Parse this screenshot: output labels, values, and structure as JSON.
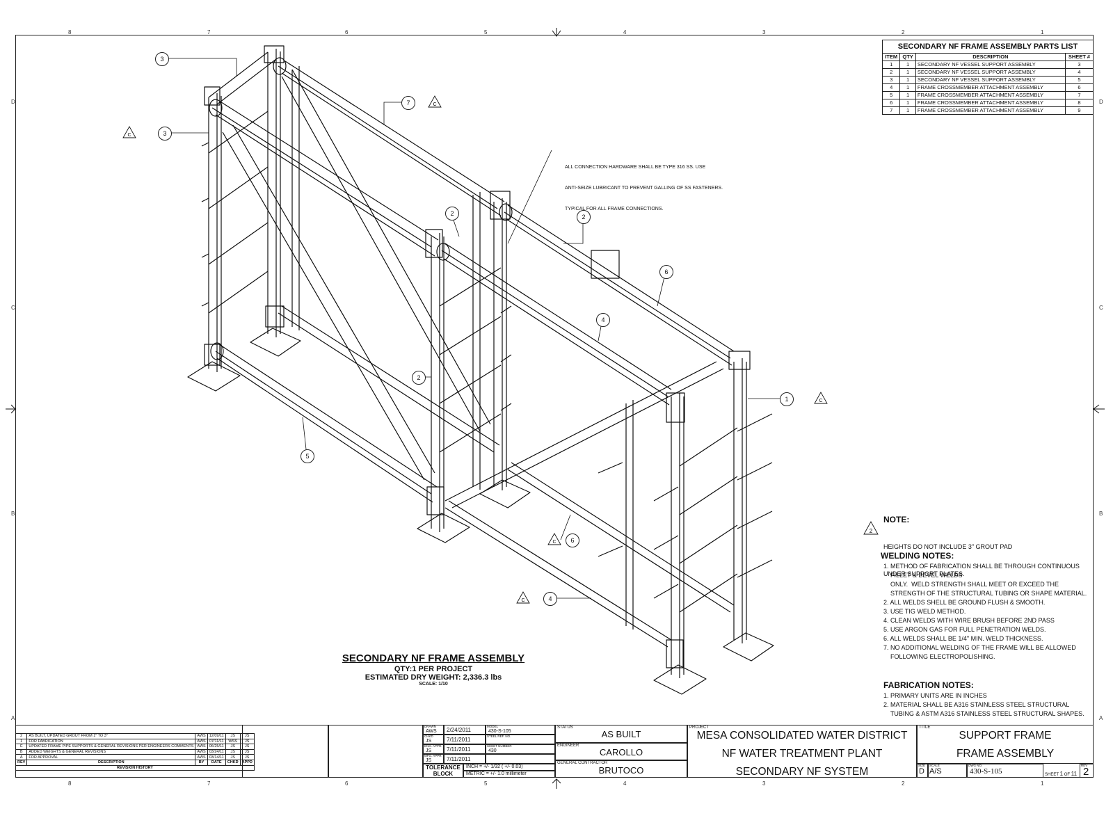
{
  "parts_list": {
    "title": "SECONDARY NF FRAME ASSEMBLY PARTS LIST",
    "headers": [
      "ITEM",
      "QTY",
      "DESCRIPTION",
      "SHEET #"
    ],
    "rows": [
      [
        "1",
        "1",
        "SECONDARY NF VESSEL SUPPORT ASSEMBLY",
        "3"
      ],
      [
        "2",
        "1",
        "SECONDARY NF VESSEL SUPPORT ASSEMBLY",
        "4"
      ],
      [
        "3",
        "1",
        "SECONDARY NF VESSEL SUPPORT ASSEMBLY",
        "5"
      ],
      [
        "4",
        "1",
        "FRAME CROSSMEMBER ATTACHMENT ASSEMBLY",
        "6"
      ],
      [
        "5",
        "1",
        "FRAME CROSSMEMBER ATTACHMENT ASSEMBLY",
        "7"
      ],
      [
        "6",
        "1",
        "FRAME CROSSMEMBER ATTACHMENT ASSEMBLY",
        "8"
      ],
      [
        "7",
        "1",
        "FRAME CROSSMEMBER ATTACHMENT ASSEMBLY",
        "9"
      ]
    ]
  },
  "zones": {
    "top": [
      "8",
      "7",
      "6",
      "5",
      "4",
      "3",
      "2",
      "1"
    ],
    "side": [
      "D",
      "C",
      "B",
      "A"
    ]
  },
  "callout_note": [
    "ALL CONNECTION HARDWARE SHALL BE TYPE 316 SS. USE",
    "ANTI-SEIZE LUBRICANT TO PREVENT GALLING OF SS FASTENERS.",
    "TYPICAL FOR ALL FRAME CONNECTIONS."
  ],
  "balloons": [
    "3",
    "3",
    "7",
    "2",
    "2",
    "6",
    "4",
    "2",
    "5",
    "1",
    "6",
    "4"
  ],
  "delta_tag": "C",
  "assembly_caption": {
    "title": "SECONDARY NF FRAME ASSEMBLY",
    "qty": "QTY:1 PER PROJECT",
    "weight": "ESTIMATED DRY WEIGHT: 2,336.3 lbs",
    "scale": "SCALE: 1/10"
  },
  "note": {
    "heading": "NOTE:",
    "delta": "2",
    "lines": [
      "HEIGHTS DO NOT INCLUDE 3\" GROUT PAD",
      "UNDER SUPPORT PLATES."
    ]
  },
  "welding_notes": {
    "heading": "WELDING NOTES:",
    "lines": [
      "1. METHOD OF FABRICATION SHALL BE THROUGH CONTINUOUS",
      "    FILLET & BEVEL WELDS",
      "    ONLY.  WELD STRENGTH SHALL MEET OR EXCEED THE",
      "    STRENGTH OF THE STRUCTURAL TUBING OR SHAPE MATERIAL.",
      "2. ALL WELDS SHELL BE GROUND FLUSH & SMOOTH.",
      "3. USE TIG WELD METHOD.",
      "4. CLEAN WELDS WITH WIRE BRUSH BEFORE 2ND PASS",
      "5. USE ARGON GAS FOR FULL PENETRATION WELDS.",
      "6. ALL WELDS SHALL BE 1/4\" MIN. WELD THICKNESS.",
      "7. NO ADDITIONAL WELDING OF THE FRAME WILL BE ALLOWED",
      "    FOLLOWING ELECTROPOLISHING."
    ]
  },
  "fabrication_notes": {
    "heading": "FABRICATION NOTES:",
    "lines": [
      "1. PRIMARY UNITS ARE IN INCHES",
      "2. MATERIAL SHALL BE A316 STAINLESS STEEL STRUCTURAL",
      "    TUBING & ASTM A316 STAINLESS STEEL STRUCTURAL SHAPES."
    ]
  },
  "revision_history": {
    "rows": [
      [
        "2",
        "AS BUILT, UPDATED GROUT FROM 1\" TO 3\"",
        "AWS",
        "12/09/11",
        "JS",
        "JS"
      ],
      [
        "1",
        "FOR FABRICATION",
        "AWS",
        "07/11/11",
        "WSS",
        "JS"
      ],
      [
        "C",
        "UPDATED FRAME PIPE SUPPORTS & GENERAL REVISIONS PER ENGINEERS COMMENTS",
        "AWS",
        "06/25/11",
        "JS",
        "JS"
      ],
      [
        "B",
        "ADDED WEIGHTS & GENERAL REVISIONS",
        "AWS",
        "03/24/11",
        "JS",
        "JS"
      ],
      [
        "A",
        "FOR APPROVAL",
        "AWS",
        "03/14/11",
        "JS",
        "JS"
      ]
    ],
    "headers": [
      "REV",
      "DESCRIPTION",
      "BY",
      "DATE",
      "CHKD",
      "APPD"
    ],
    "title": "REVISION HISTORY"
  },
  "drawn_block": {
    "dates": [
      "2/24/2011",
      "7/11/2011",
      "7/11/2011",
      "7/11/2011"
    ],
    "initials": [
      "AWS",
      "JS",
      "JS",
      "JS"
    ],
    "labels": [
      "DRAWN",
      "CHKD",
      "ENG. APPR.",
      "MFG. APPR."
    ],
    "ref_labels": [
      "MODEL",
      "STEEL REF. NO.",
      "SHEET NUMBER"
    ],
    "ref_values": [
      "430-S-105",
      "",
      "430"
    ],
    "tolerance_label": "TOLERANCE BLOCK",
    "tolerance_inch": "INCH = +/- 1/32 ( +/- 0.03)",
    "tolerance_metric": "METRIC = +/- 1.0 millimeter"
  },
  "status_block": {
    "status_label": "STATUS",
    "status": "AS BUILT",
    "engineer_label": "ENGINEER",
    "engineer": "CAROLLO",
    "contractor_label": "GENERAL CONTRACTOR",
    "contractor": "BRUTOCO"
  },
  "project_block": {
    "label": "PROJECT",
    "line1": "MESA CONSOLIDATED WATER DISTRICT",
    "line2": "NF WATER TREATMENT PLANT",
    "line3": "SECONDARY NF SYSTEM"
  },
  "title_block": {
    "label": "TITLE",
    "line1": "SUPPORT FRAME",
    "line2": "FRAME ASSEMBLY",
    "size_label": "SIZE",
    "size": "D",
    "scale_label": "SCALE",
    "scale": "A/S",
    "dwg_label": "DWG NO.",
    "dwg_no": "430-S-105",
    "sheet_label": "SHEET",
    "sheet_num": "1",
    "sheet_of": "OF",
    "sheet_total": "11",
    "rev_label": "REV",
    "rev": "2"
  }
}
